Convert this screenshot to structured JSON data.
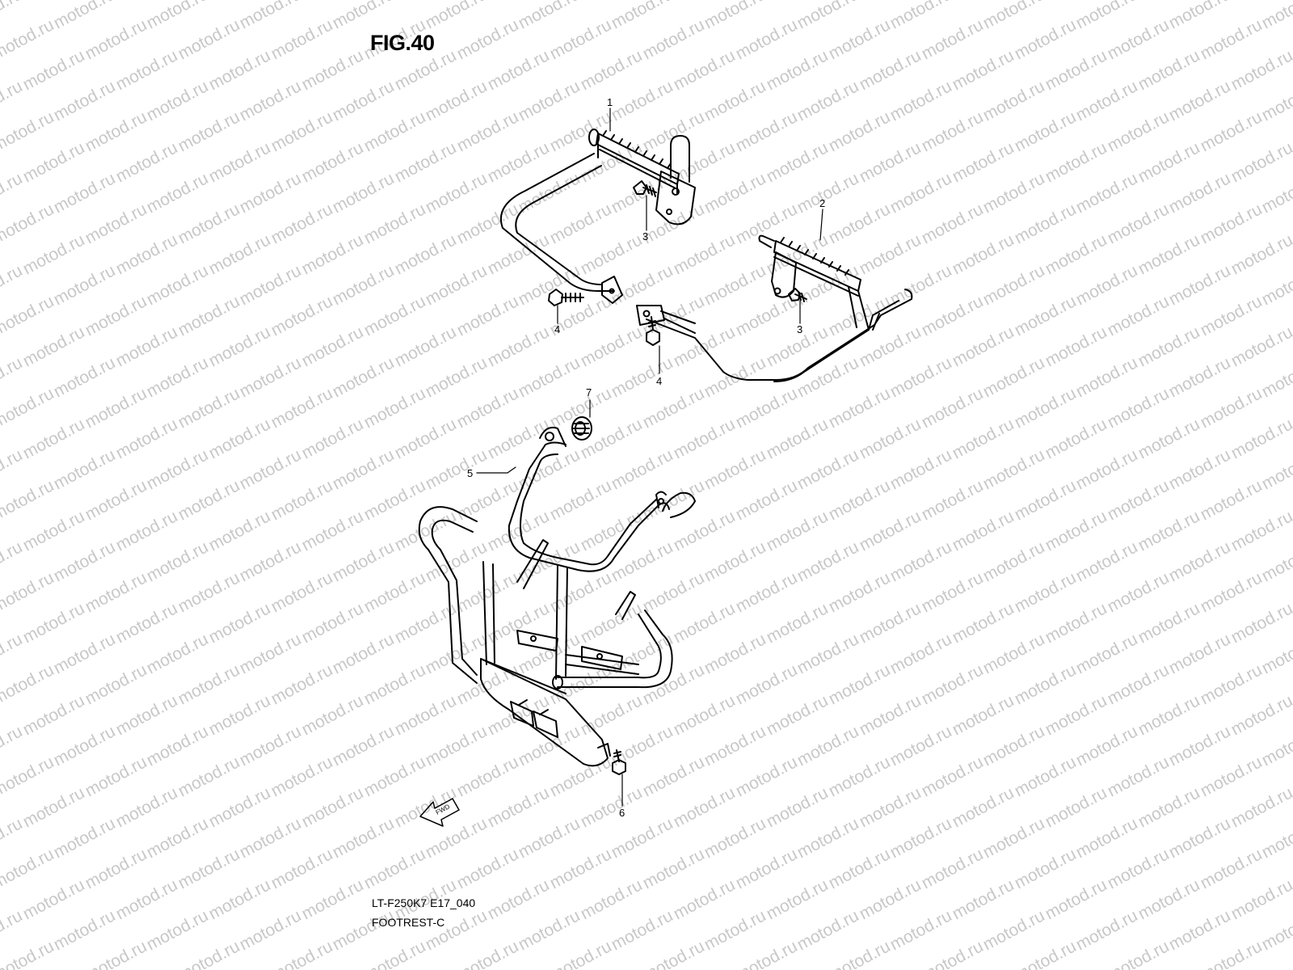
{
  "figure": {
    "title": "FIG.40",
    "code": "LT-F250K7 E17_040",
    "name": "FOOTREST-C"
  },
  "watermark_text": "motod.ru",
  "direction_marker": "FWD",
  "callouts": [
    {
      "id": "c1a",
      "label": "1",
      "part": "footrest-right"
    },
    {
      "id": "c2a",
      "label": "2",
      "part": "footrest-left"
    },
    {
      "id": "c3a",
      "label": "3",
      "part": "bolt-footrest-right"
    },
    {
      "id": "c3b",
      "label": "3",
      "part": "bolt-footrest-left"
    },
    {
      "id": "c4a",
      "label": "4",
      "part": "bolt-bracket-right"
    },
    {
      "id": "c4b",
      "label": "4",
      "part": "bolt-bracket-left"
    },
    {
      "id": "c5a",
      "label": "5",
      "part": "front-guard"
    },
    {
      "id": "c6a",
      "label": "6",
      "part": "bolt-guard"
    },
    {
      "id": "c7a",
      "label": "7",
      "part": "grommet"
    }
  ],
  "colors": {
    "line": "#000000",
    "watermark": "#c8c8c8",
    "background": "#ffffff"
  }
}
